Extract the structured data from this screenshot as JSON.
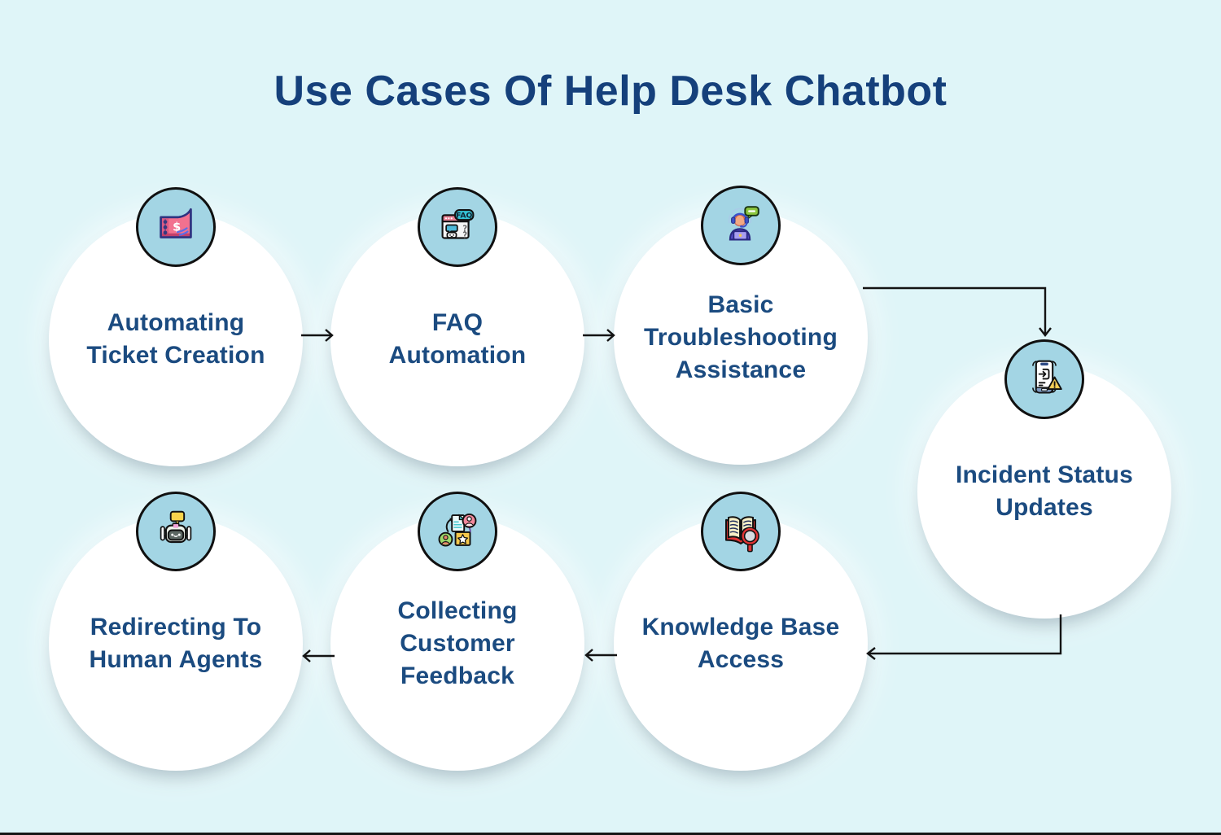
{
  "title": "Use Cases Of Help Desk Chatbot",
  "colors": {
    "background": "#DFF5F8",
    "node_fill": "#FFFFFF",
    "badge_fill": "#A3D5E4",
    "badge_border": "#101010",
    "label_text": "#1B4B80",
    "title_text": "#15407B",
    "arrow": "#131313",
    "bottom_rule": "#161616"
  },
  "nodes": [
    {
      "id": 1,
      "label": "Automating\nTicket Creation",
      "icon": "dollar-ticket-icon"
    },
    {
      "id": 2,
      "label": "FAQ\nAutomation",
      "icon": "faq-browser-icon"
    },
    {
      "id": 3,
      "label": "Basic\nTroubleshooting\nAssistance",
      "icon": "support-agent-headset-icon"
    },
    {
      "id": 4,
      "label": "Incident Status\nUpdates",
      "icon": "phone-warning-icon"
    },
    {
      "id": 5,
      "label": "Knowledge Base\nAccess",
      "icon": "book-magnifier-icon"
    },
    {
      "id": 6,
      "label": "Collecting\nCustomer\nFeedback",
      "icon": "customer-feedback-icon"
    },
    {
      "id": 7,
      "label": "Redirecting To\nHuman Agents",
      "icon": "chatbot-robot-icon"
    }
  ],
  "connections": [
    {
      "from": 1,
      "to": 2
    },
    {
      "from": 2,
      "to": 3
    },
    {
      "from": 3,
      "to": 4
    },
    {
      "from": 4,
      "to": 5
    },
    {
      "from": 5,
      "to": 6
    },
    {
      "from": 6,
      "to": 7
    }
  ]
}
